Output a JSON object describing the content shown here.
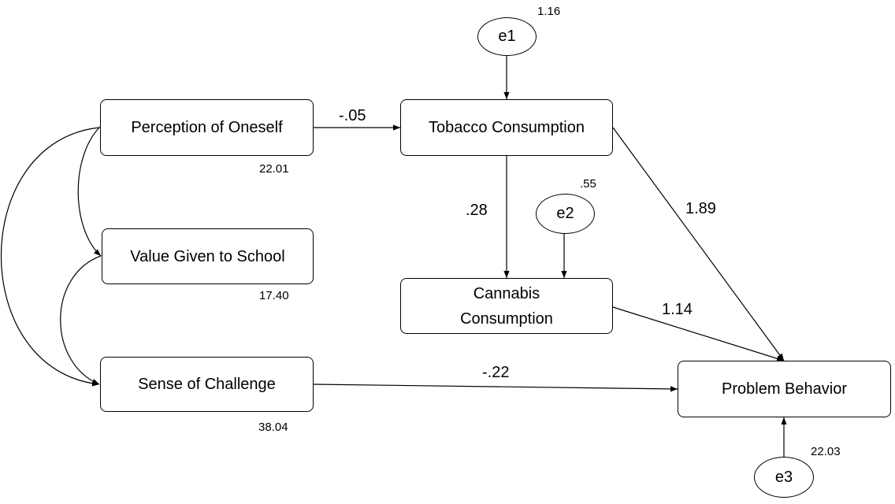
{
  "nodes": {
    "perception": "Perception of Oneself",
    "school": "Value Given to School",
    "challenge": "Sense of Challenge",
    "tobacco": "Tobacco Consumption",
    "cannabis_line1": "Cannabis",
    "cannabis_line2": "Consumption",
    "problem": "Problem Behavior"
  },
  "errors": {
    "e1": "e1",
    "e2": "e2",
    "e3": "e3"
  },
  "variances": {
    "e1": "1.16",
    "e2": ".55",
    "e3": "22.03",
    "perception": "22.01",
    "school": "17.40",
    "challenge": "38.04"
  },
  "coefficients": {
    "perception_to_tobacco": "-.05",
    "tobacco_to_cannabis": ".28",
    "tobacco_to_problem": "1.89",
    "cannabis_to_problem": "1.14",
    "challenge_to_problem": "-.22"
  }
}
